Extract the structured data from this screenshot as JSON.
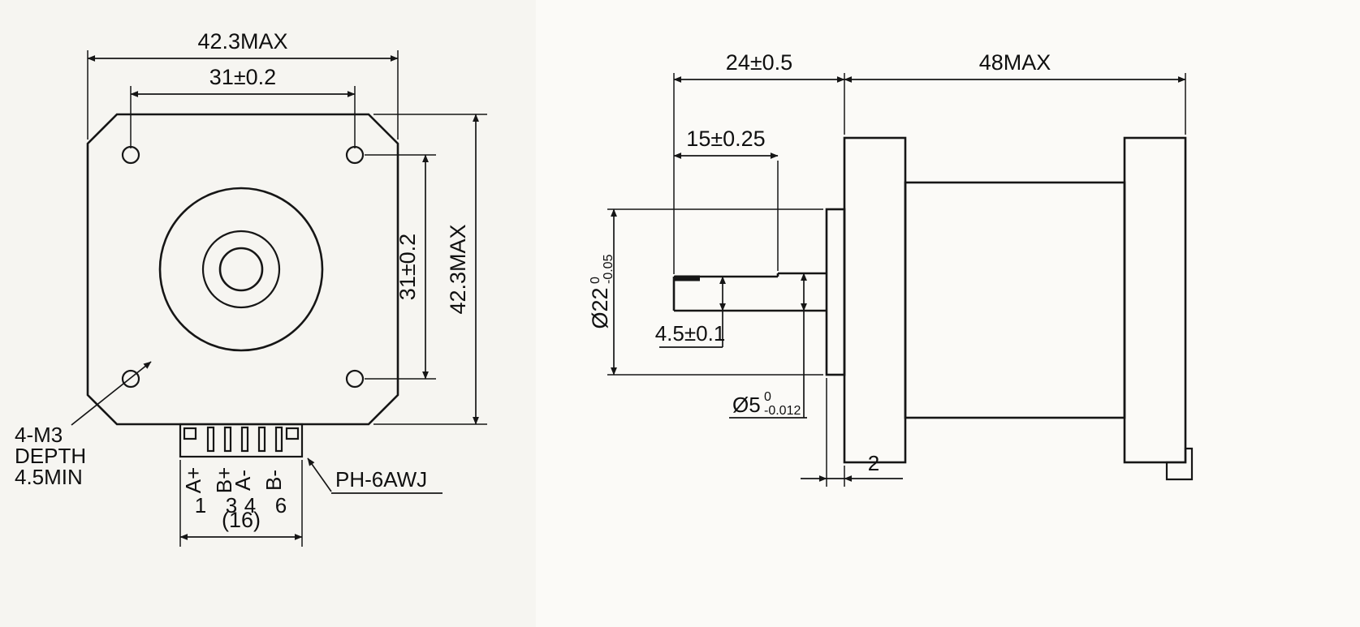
{
  "drawing_title": "stepper-motor-dimension-drawing",
  "front_view": {
    "dim_width_top": "42.3MAX",
    "dim_hole_pitch_top": "31±0.2",
    "dim_hole_pitch_right": "31±0.2",
    "dim_height_right": "42.3MAX",
    "hole_note": [
      "4-M3",
      "DEPTH",
      "4.5MIN"
    ],
    "connector_label": "PH-6AWJ",
    "dim_connector_width": "(16)",
    "pins": [
      {
        "name": "A+",
        "num": "1"
      },
      {
        "name": "B+",
        "num": "3"
      },
      {
        "name": "A-",
        "num": "4"
      },
      {
        "name": "B-",
        "num": "6"
      }
    ]
  },
  "side_view": {
    "dim_shaft_length": "24±0.5",
    "dim_body_length": "48MAX",
    "dim_flat_length": "15±0.25",
    "dim_flat_height": "4.5±0.1",
    "boss_diameter": {
      "main": "Ø22",
      "tol_top": "0",
      "tol_bottom": "-0.05"
    },
    "shaft_diameter": {
      "main": "Ø5",
      "tol_top": "0",
      "tol_bottom": "-0.012"
    },
    "dim_boss_protrusion": "2"
  },
  "colors": {
    "line": "#161616",
    "background": "#f8f7f4"
  }
}
